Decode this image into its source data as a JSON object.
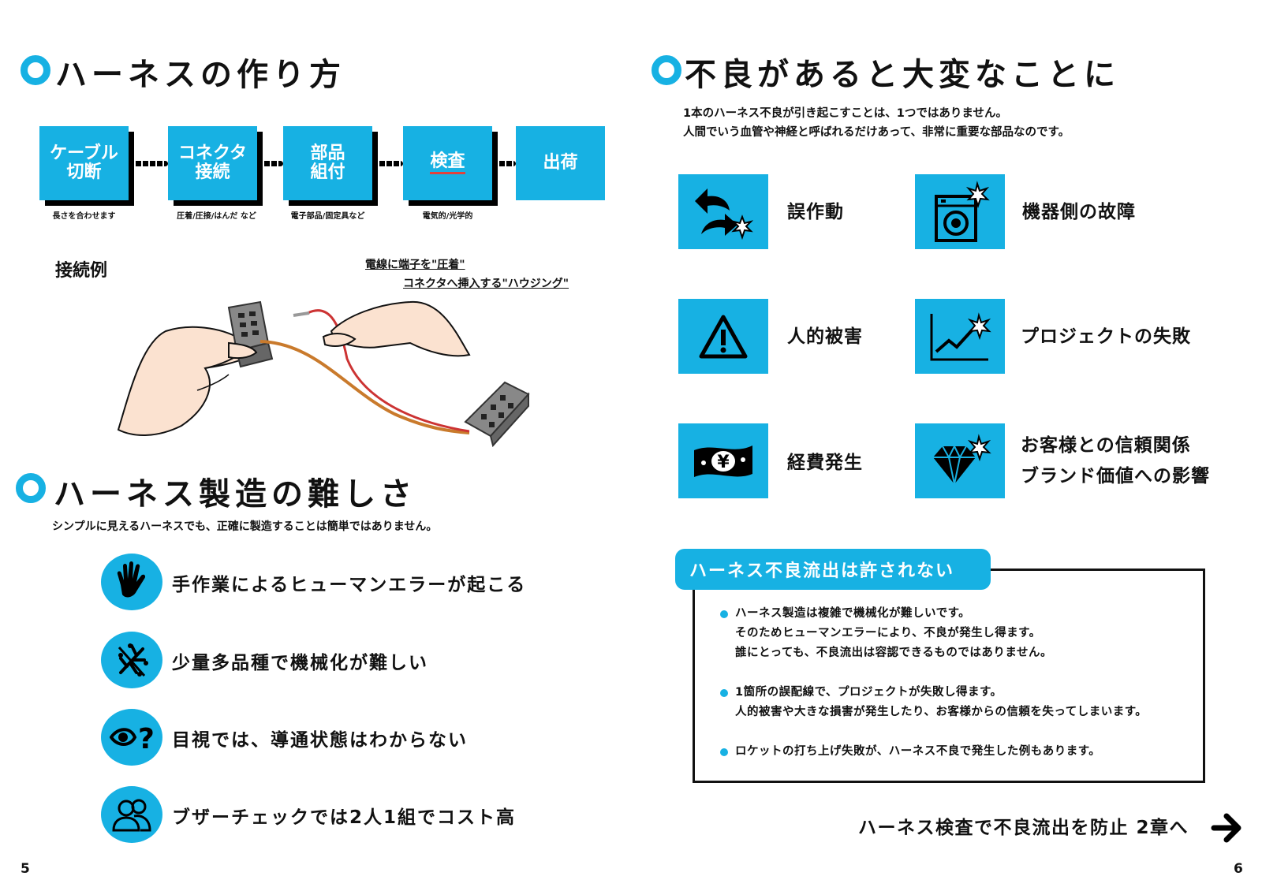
{
  "left": {
    "section1": {
      "title": "ハーネスの作り方"
    },
    "steps": [
      {
        "line1": "ケーブル",
        "line2": "切断",
        "caption": "長さを合わせます"
      },
      {
        "line1": "コネクタ",
        "line2": "接続",
        "caption": "圧着/圧接/はんだ など"
      },
      {
        "line1": "部品",
        "line2": "組付",
        "caption": "電子部品/固定具など"
      },
      {
        "line1": "検査",
        "line2": "",
        "caption": "電気的/光学的"
      },
      {
        "line1": "出荷",
        "line2": "",
        "caption": ""
      }
    ],
    "example": {
      "label": "接続例",
      "note1": "電線に端子を\"圧着\"",
      "note2": "コネクタへ挿入する\"ハウジング\""
    },
    "section2": {
      "title": "ハーネス製造の難しさ",
      "lead": "シンプルに見えるハーネスでも、正確に製造することは簡単ではありません。",
      "items": [
        {
          "icon": "hand-icon",
          "text": "手作業によるヒューマンエラーが起こる"
        },
        {
          "icon": "branching-icon",
          "text": "少量多品種で機械化が難しい"
        },
        {
          "icon": "eye-question-icon",
          "text": "目視では、導通状態はわからない"
        },
        {
          "icon": "two-people-icon",
          "text": "ブザーチェックでは2人1組でコスト高"
        }
      ]
    },
    "page_number": "5"
  },
  "right": {
    "section": {
      "title": "不良があると大変なことに",
      "lead1": "1本のハーネス不良が引き起こすことは、1つではありません。",
      "lead2": "人間でいう血管や神経と呼ばれるだけあって、非常に重要な部品なのです。"
    },
    "problems": [
      {
        "icon": "malfunction-arrows-icon",
        "line1": "誤作動",
        "line2": ""
      },
      {
        "icon": "broken-machine-icon",
        "line1": "機器側の故障",
        "line2": ""
      },
      {
        "icon": "warning-icon",
        "line1": "人的被害",
        "line2": ""
      },
      {
        "icon": "failed-graph-icon",
        "line1": "プロジェクトの失敗",
        "line2": ""
      },
      {
        "icon": "yen-bill-icon",
        "line1": "経費発生",
        "line2": ""
      },
      {
        "icon": "broken-diamond-icon",
        "line1": "お客様との信頼関係",
        "line2": "ブランド価値への影響"
      }
    ],
    "callout": {
      "title": "ハーネス不良流出は許されない",
      "bullets": [
        {
          "lines": [
            "ハーネス製造は複雑で機械化が難しいです。",
            "そのためヒューマンエラーにより、不良が発生し得ます。",
            "誰にとっても、不良流出は容認できるものではありません。"
          ]
        },
        {
          "lines": [
            "1箇所の誤配線で、プロジェクトが失敗し得ます。",
            "人的被害や大きな損害が発生したり、お客様からの信頼を失ってしまいます。"
          ]
        },
        {
          "lines": [
            "ロケットの打ち上げ失敗が、ハーネス不良で発生した例もあります。"
          ]
        }
      ]
    },
    "next_link": "ハーネス検査で不良流出を防止 2章へ",
    "page_number": "6"
  },
  "colors": {
    "accent": "#17b1e3",
    "text": "#111111",
    "underline_red": "#e2413b"
  }
}
